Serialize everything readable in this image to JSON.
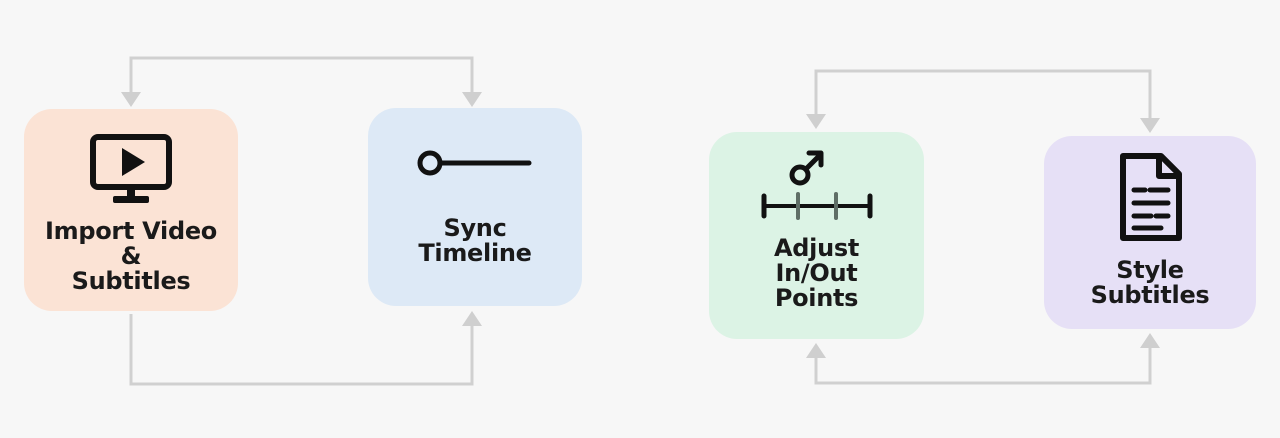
{
  "steps": [
    {
      "id": "import",
      "label": "Import Video\n&\nSubtitles",
      "icon": "monitor-play-icon",
      "color": "#fbe3d5"
    },
    {
      "id": "sync",
      "label": "Sync\nTimeline",
      "icon": "timeline-slider-icon",
      "color": "#dde9f6"
    },
    {
      "id": "adjust",
      "label": "Adjust\nIn/Out\nPoints",
      "icon": "in-out-ruler-icon",
      "color": "#dcf3e5"
    },
    {
      "id": "style",
      "label": "Style\nSubtitles",
      "icon": "document-icon",
      "color": "#e6e0f6"
    }
  ],
  "connector_color": "#cfcfcf"
}
